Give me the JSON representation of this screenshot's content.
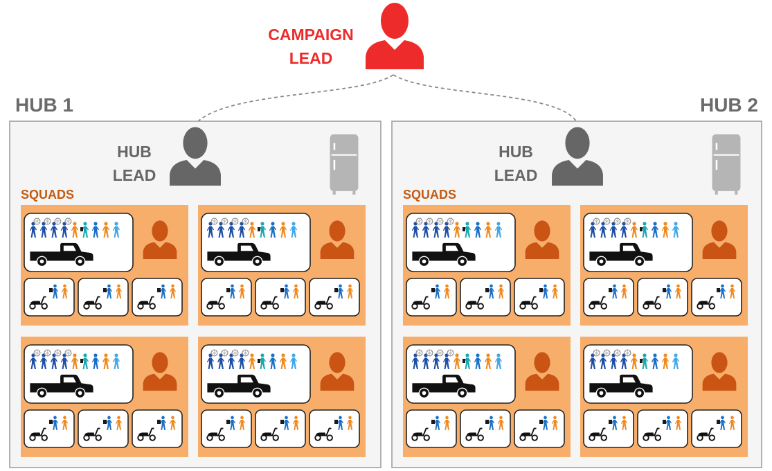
{
  "campaign_lead": {
    "line1": "CAMPAIGN",
    "line2": "LEAD",
    "color": "#ee2b2b",
    "icon": "person-icon"
  },
  "hubs": [
    {
      "title": "HUB 1",
      "lead_line1": "HUB",
      "lead_line2": "LEAD",
      "squads_label": "SQUADS",
      "storage_icon": "refrigerator-icon",
      "squad_count": 4
    },
    {
      "title": "HUB 2",
      "lead_line1": "HUB",
      "lead_line2": "LEAD",
      "squads_label": "SQUADS",
      "storage_icon": "refrigerator-icon",
      "squad_count": 4
    }
  ],
  "squad": {
    "leader_icon": "person-icon",
    "truck_team": {
      "vehicle_icon": "pickup-truck-icon",
      "members": [
        "net",
        "net",
        "net",
        "net",
        "plain",
        "sprayer",
        "plain",
        "plain",
        "plain"
      ]
    },
    "scooter_teams": 3,
    "scooter_team": {
      "vehicle_icon": "scooter-icon",
      "members": [
        "sprayer",
        "plain"
      ]
    }
  },
  "colors": {
    "hub_label": "#6b6b6b",
    "hub_lead": "#666666",
    "hub_bg": "#f5f5f5",
    "hub_border": "#9a9a9a",
    "squads_label": "#c45b12",
    "squad_bg": "#f7ae6b",
    "squad_leader": "#c95414",
    "fridge": "#b5b5b5",
    "connector": "#888888",
    "vehicle": "#111111",
    "person_colors": {
      "net": "#1f4fa3",
      "plain_dark": "#1b6fc4",
      "teal": "#1aa8b3",
      "orange": "#f08a1f",
      "light": "#42a8e8"
    }
  }
}
